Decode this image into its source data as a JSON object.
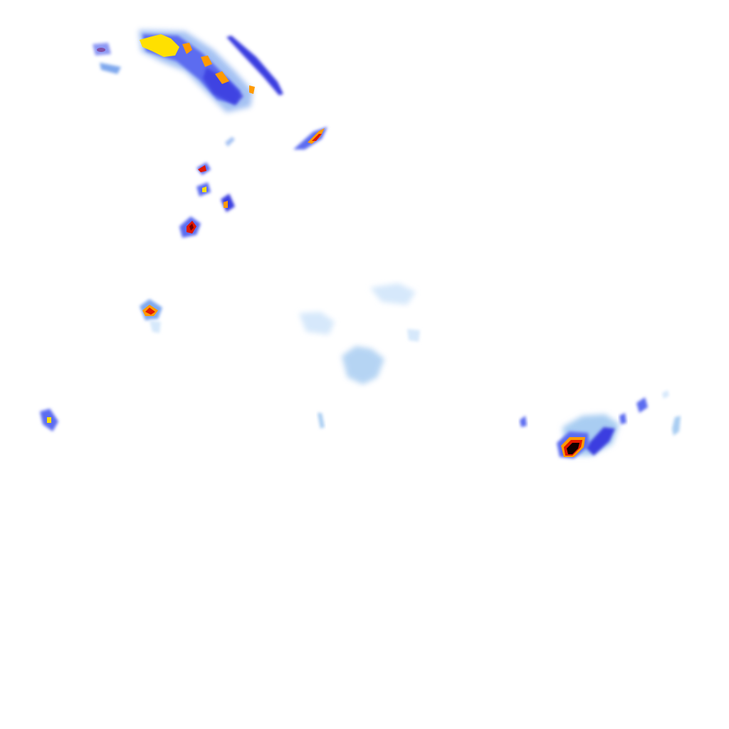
{
  "map": {
    "type": "weather-radar-reflectivity-tile",
    "background": "#ffffff",
    "palette": {
      "very_light": "#d6e8fb",
      "light": "#a9cdf2",
      "light_blue": "#7fa8ee",
      "blue": "#5c6cf0",
      "deep_blue": "#3b3ee0",
      "yellow": "#ffe000",
      "orange": "#ff9a00",
      "red": "#e01800",
      "dark_red": "#7a0000",
      "black": "#120000"
    },
    "layers": [
      {
        "name": "band-northwest",
        "intensity_peak": "yellow"
      },
      {
        "name": "streak-north-thin",
        "intensity_peak": "deep_blue"
      },
      {
        "name": "cell-small-north-central",
        "intensity_peak": "red"
      },
      {
        "name": "cells-northwest-cluster",
        "intensity_peak": "red"
      },
      {
        "name": "cell-west",
        "intensity_peak": "red"
      },
      {
        "name": "light-area-central",
        "intensity_peak": "light"
      },
      {
        "name": "cell-far-west",
        "intensity_peak": "yellow"
      },
      {
        "name": "cell-southeast-strong",
        "intensity_peak": "black"
      },
      {
        "name": "cells-east-scattered",
        "intensity_peak": "blue"
      }
    ]
  }
}
